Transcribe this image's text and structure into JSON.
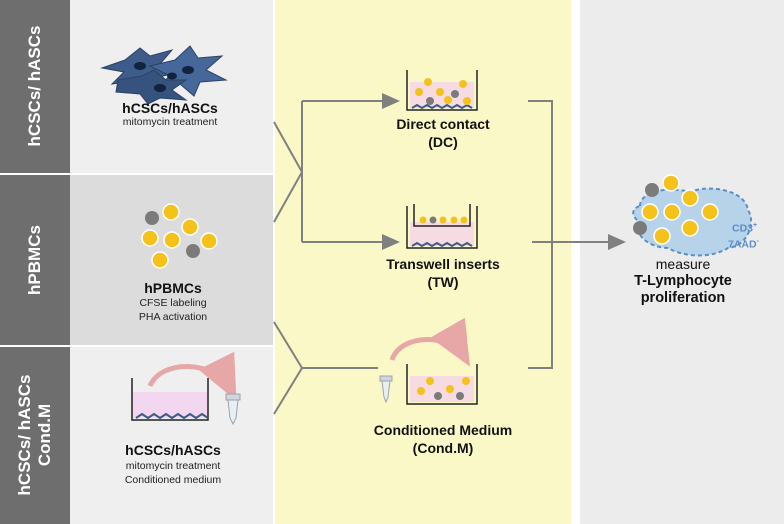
{
  "colors": {
    "sidebar": "#6e6e6e",
    "panel_left_top": "#efefef",
    "panel_left_mid": "#dcdcdc",
    "panel_left_bottom": "#efefef",
    "panel_center": "#fbf8c8",
    "panel_right": "#ececec",
    "cell_yellow": "#f4c21b",
    "cell_gray": "#7b7b7b",
    "stromal_blue": "#3e5c8a",
    "medium_pink": "#f7dbe3",
    "arrow_gray": "#808080",
    "cd3_blue": "#5b8ec4"
  },
  "sidebar": {
    "row1": "hCSCs/ hASCs",
    "row2": "hPBMCs",
    "row3_line1": "hCSCs/ hASCs",
    "row3_line2": "Cond.M"
  },
  "left": {
    "top_title": "hCSCs/hASCs",
    "top_sub": "mitomycin treatment",
    "mid_title": "hPBMCs",
    "mid_sub1": "CFSE labeling",
    "mid_sub2": "PHA activation",
    "bottom_title": "hCSCs/hASCs",
    "bottom_sub1": "mitomycin treatment",
    "bottom_sub2": "Conditioned medium"
  },
  "center": {
    "dc_line1": "Direct contact",
    "dc_line2": "(DC)",
    "tw_line1": "Transwell inserts",
    "tw_line2": "(TW)",
    "cm_line1": "Conditioned Medium",
    "cm_line2": "(Cond.M)"
  },
  "right": {
    "measure": "measure",
    "result_line1": "T-Lymphocyte",
    "result_line2": "proliferation",
    "cd3": "CD3",
    "cd3_sup": "+",
    "aad": "7AAD",
    "aad_sup": "-"
  },
  "icons": [
    "stromal-cells-icon",
    "pbmc-cells-icon",
    "culture-well-icon",
    "transwell-icon",
    "falcon-tube-icon",
    "arrow-icon",
    "lymphocyte-cluster-icon"
  ]
}
